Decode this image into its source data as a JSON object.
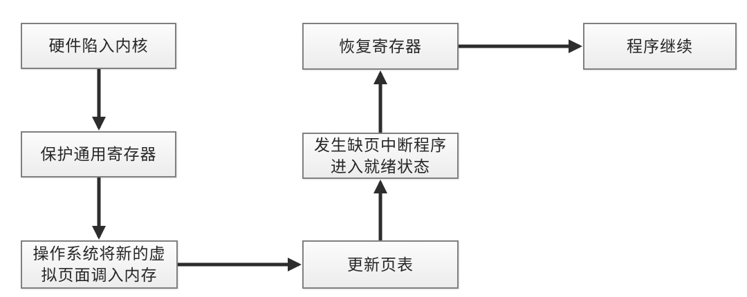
{
  "diagram": {
    "type": "flowchart",
    "description": "page-fault-handling-flow",
    "nodes": [
      {
        "id": "hardware-trap",
        "lines": [
          "硬件陷入内核"
        ]
      },
      {
        "id": "protect-general-registers",
        "lines": [
          "保护通用寄存器"
        ]
      },
      {
        "id": "os-load-virtual-page",
        "lines": [
          "操作系统将新的虚",
          "拟页面调入内存"
        ],
        "full_label": "操作系统将新的虚拟页面调入内存"
      },
      {
        "id": "update-page-table",
        "lines": [
          "更新页表"
        ]
      },
      {
        "id": "page-fault-program-ready",
        "lines": [
          "发生缺页中断程序",
          "进入就绪状态"
        ],
        "full_label": "发生缺页中断程序进入就绪状态"
      },
      {
        "id": "restore-registers",
        "lines": [
          "恢复寄存器"
        ]
      },
      {
        "id": "program-continues",
        "lines": [
          "程序继续"
        ]
      }
    ],
    "edges": [
      {
        "from": "hardware-trap",
        "to": "protect-general-registers",
        "direction": "down"
      },
      {
        "from": "protect-general-registers",
        "to": "os-load-virtual-page",
        "direction": "down"
      },
      {
        "from": "os-load-virtual-page",
        "to": "update-page-table",
        "direction": "right"
      },
      {
        "from": "update-page-table",
        "to": "page-fault-program-ready",
        "direction": "up"
      },
      {
        "from": "page-fault-program-ready",
        "to": "restore-registers",
        "direction": "up"
      },
      {
        "from": "restore-registers",
        "to": "program-continues",
        "direction": "right"
      }
    ]
  },
  "colors": {
    "background": "#ffffff",
    "box_fill_top": "#fcfcfc",
    "box_fill_bottom": "#ececec",
    "box_border": "#7f7f7f",
    "arrow": "#2d2d2d",
    "text": "#262626"
  }
}
